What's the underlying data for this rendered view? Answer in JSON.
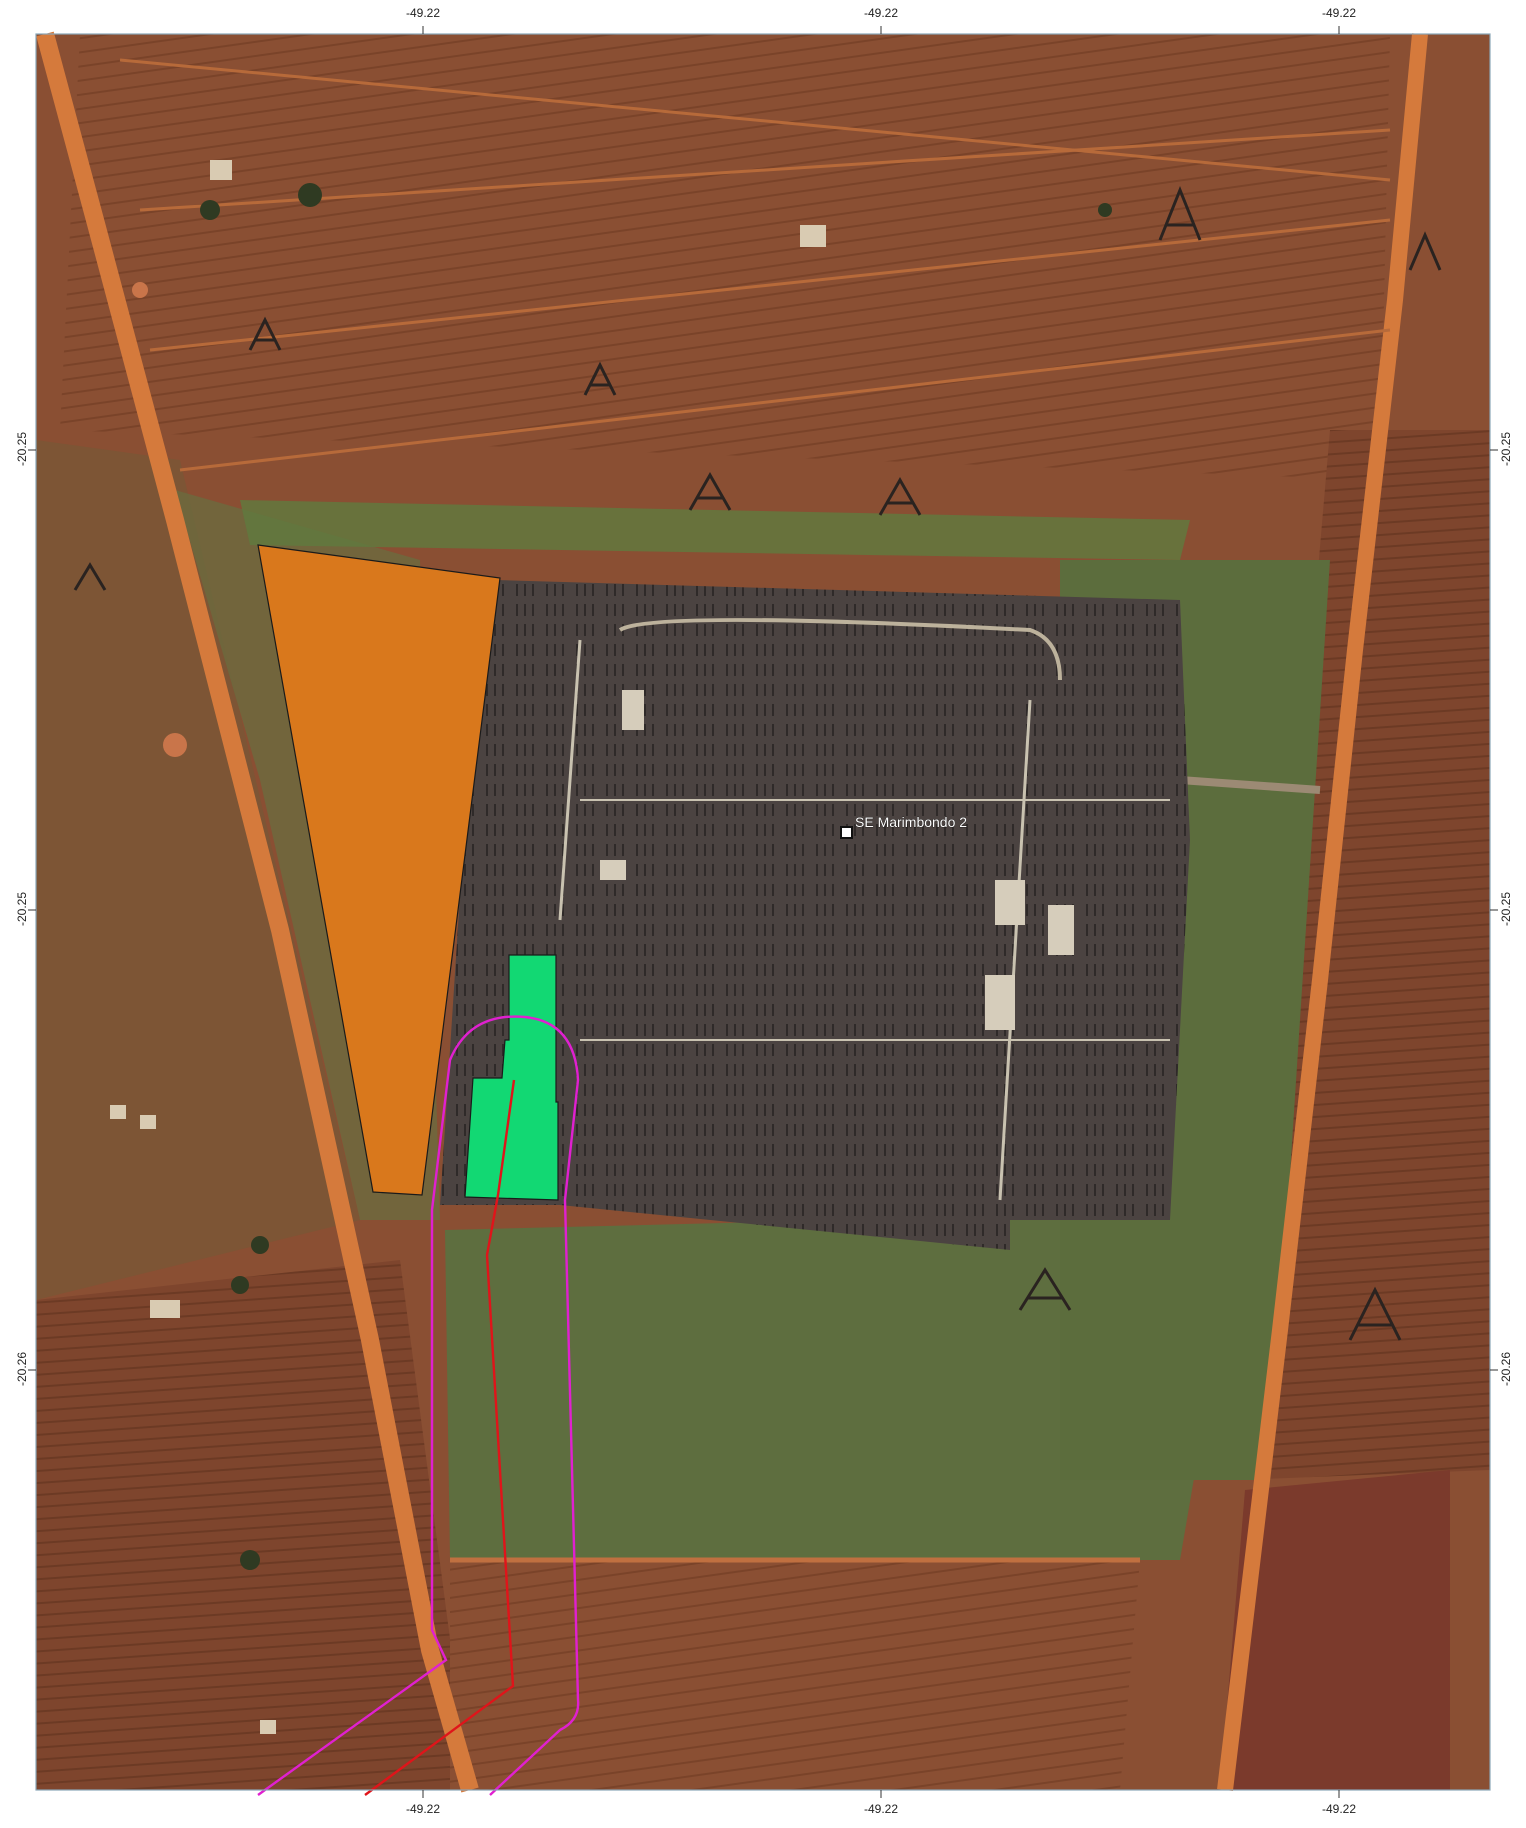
{
  "map": {
    "poi_label": "SE Marimbondo 2",
    "longitude_ticks_top": [
      "-49.22",
      "-49.22",
      "-49.22"
    ],
    "longitude_ticks_bottom": [
      "-49.22",
      "-49.22",
      "-49.22"
    ],
    "latitude_ticks_left": [
      "-20.25",
      "-20.25",
      "-20.26"
    ],
    "latitude_ticks_right": [
      "-20.25",
      "-20.25",
      "-20.26"
    ],
    "colors": {
      "field": "#8a4f33",
      "field_dark": "#6f3d26",
      "road": "#d57a3c",
      "substation": "#4a4140",
      "grass": "#5b6e3c",
      "orange_area": "#d9781c",
      "green_area": "#12d873",
      "magenta_route": "#e020d0",
      "red_route": "#e0141a"
    }
  }
}
